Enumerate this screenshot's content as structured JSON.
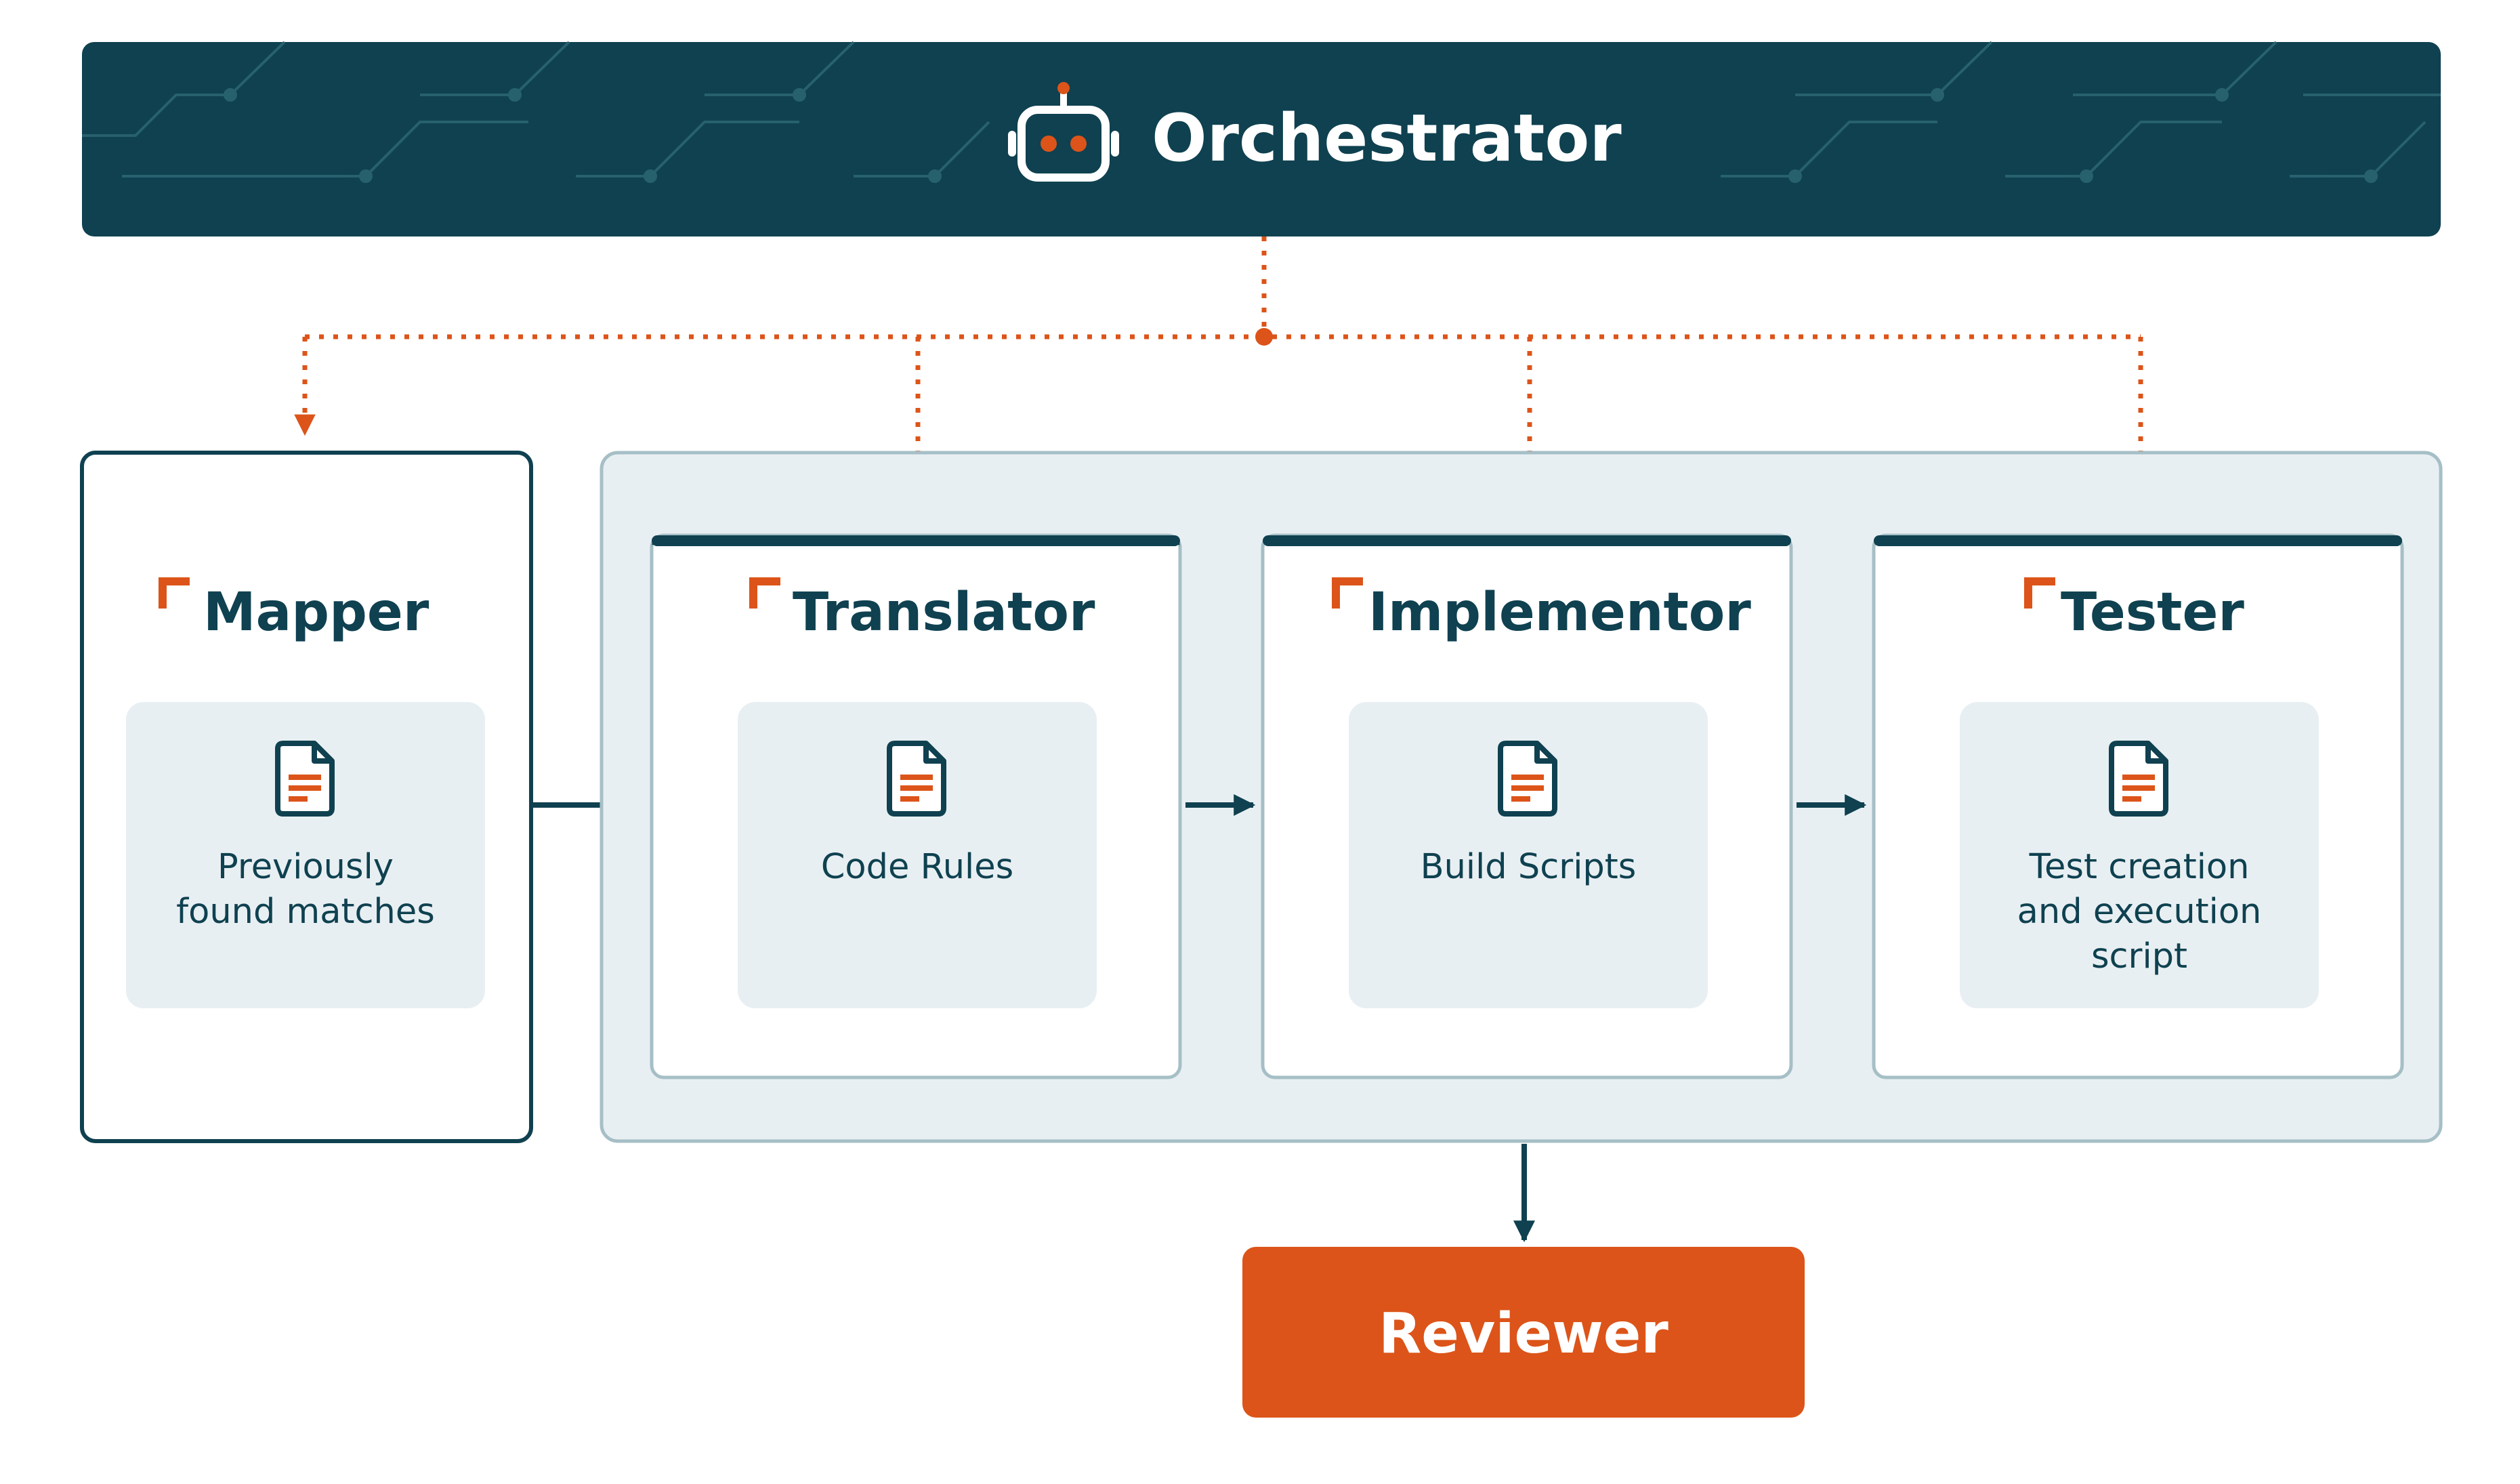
{
  "orchestrator": {
    "label": "Orchestrator",
    "icon": "robot-icon"
  },
  "agents": [
    {
      "id": "mapper",
      "title": "Mapper",
      "doc_lines": [
        "Previously",
        "found matches"
      ],
      "icon": "document-icon"
    },
    {
      "id": "translator",
      "title": "Translator",
      "doc_lines": [
        "Code Rules"
      ],
      "icon": "document-icon"
    },
    {
      "id": "implementor",
      "title": "Implementor",
      "doc_lines": [
        "Build Scripts"
      ],
      "icon": "document-icon"
    },
    {
      "id": "tester",
      "title": "Tester",
      "doc_lines": [
        "Test creation",
        "and execution",
        "script"
      ],
      "icon": "document-icon"
    }
  ],
  "reviewer": {
    "label": "Reviewer"
  },
  "colors": {
    "navy": "#0f4150",
    "orange": "#dc5419",
    "panel": "#e8eff2",
    "border": "#a6bfc6"
  }
}
